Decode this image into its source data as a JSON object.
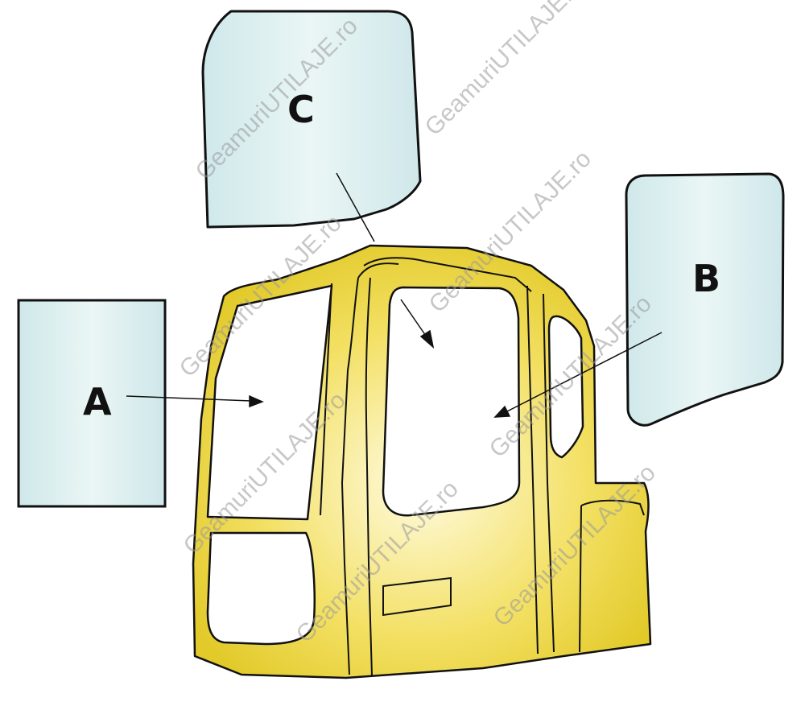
{
  "panels": {
    "a": {
      "label": "A"
    },
    "b": {
      "label": "B"
    },
    "c": {
      "label": "C"
    }
  },
  "watermark": {
    "text": "GeamuriUTILAJE.ro"
  },
  "colors": {
    "cab_body": "#f0dc4a",
    "cab_center": "#fffbe2",
    "cab_edge": "#dcc321",
    "outline": "#111111",
    "glass_light": "#eaf6f5",
    "glass_dark": "#d2eaec"
  }
}
